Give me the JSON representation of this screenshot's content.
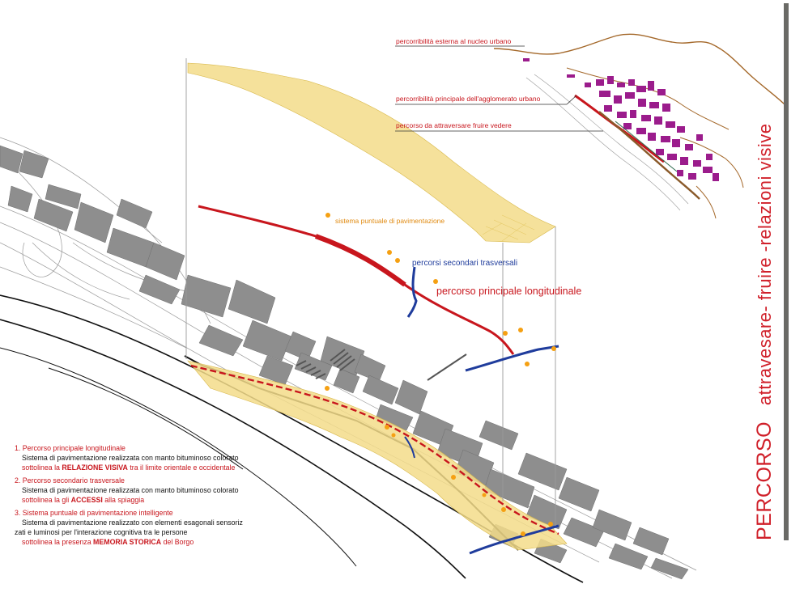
{
  "title": {
    "main": "PERCORSO",
    "sub": "attravesare- fruire -relazioni visive"
  },
  "map_labels": {
    "esterna": "percorribilità esterna al nucleo urbano",
    "principale_agglomerato": "percorribilità principale dell'agglomerato urbano",
    "attraversare": "percorso da attraversare fruire vedere"
  },
  "diagram_labels": {
    "puntuale": "sistema puntuale di pavimentazione",
    "secondari": "percorsi secondari trasversali",
    "principale": "percorso principale longitudinale"
  },
  "legend": [
    {
      "heading": "1. Percorso principale longitudinale",
      "desc": "Sistema di pavimentazione realizzata con manto bituminoso colorato",
      "emph_prefix": "sottolinea la",
      "emph": "RELAZIONE VISIVA",
      "emph_suffix": "tra il limite orientale e occidentale"
    },
    {
      "heading": "2. Percorso secondario trasversale",
      "desc": "Sistema di pavimentazione realizzata con manto bituminoso colorato",
      "emph_prefix": "sottolinea la gli",
      "emph": "ACCESSI",
      "emph_suffix": "alla spiaggia"
    },
    {
      "heading": "3. Sistema puntuale di pavimentazione intelligente",
      "desc": "Sistema di pavimentazione realizzato con elementi esagonali sensoriz",
      "desc2": "zati e luminosi per  l'interazione  cognitiva tra le persone",
      "emph_prefix": "sottolinea la presenza",
      "emph": "MEMORIA STORICA",
      "emph_suffix": "del Borgo"
    }
  ],
  "colors": {
    "red": "#c8161d",
    "blue": "#1f3c9c",
    "orange": "#f5a012",
    "yellow": "#f3dc8a",
    "building": "#8e8e8e",
    "purple": "#9b1c8c",
    "contour": "#a4682a"
  }
}
